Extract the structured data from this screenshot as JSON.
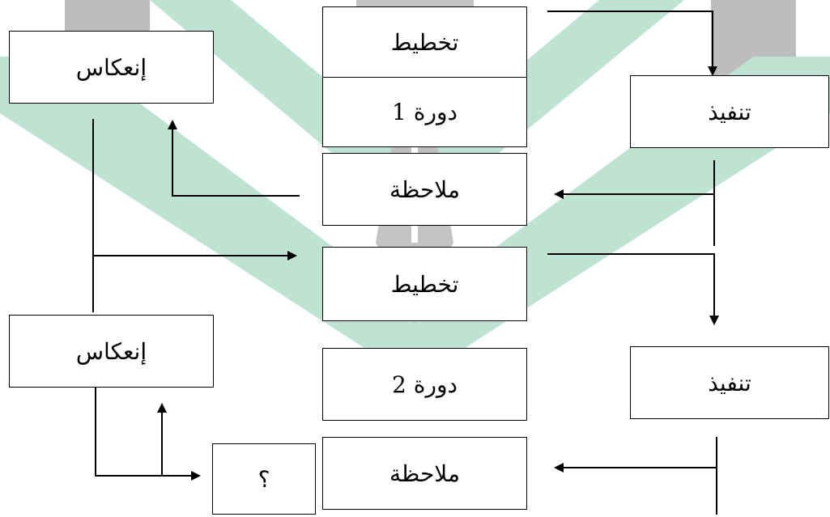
{
  "colors": {
    "watermark_green": "#bfe3d3",
    "watermark_gray": "#bdbdbd",
    "line": "#000000",
    "box_border": "#000000"
  },
  "cycle1": {
    "planning": "تخطيط",
    "cycle_label": "دورة 1",
    "observation": "ملاحظة",
    "action": "تنفيذ",
    "reflection": "إنعكاس"
  },
  "cycle2": {
    "planning": "تخطيط",
    "cycle_label": "دورة 2",
    "observation": "ملاحظة",
    "action": "تنفيذ",
    "reflection": "إنعكاس",
    "next": "؟"
  }
}
